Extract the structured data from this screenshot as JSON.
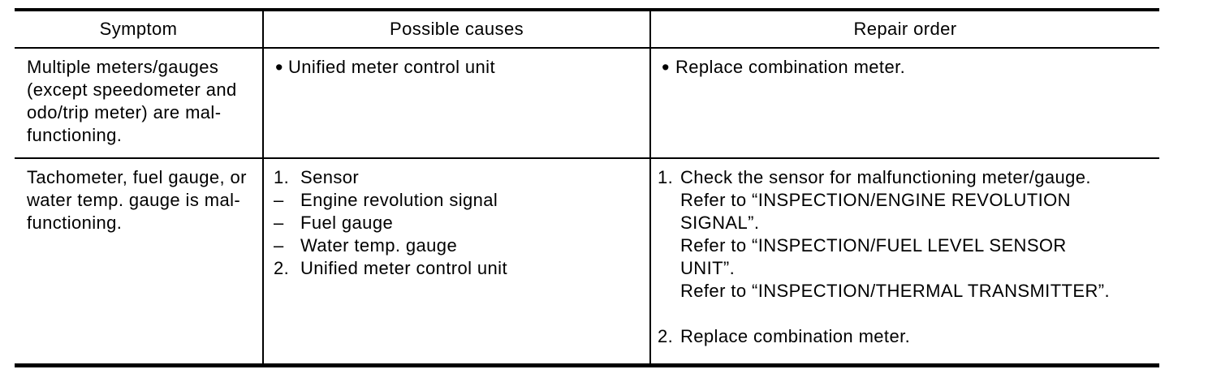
{
  "table": {
    "columns": [
      {
        "label": "Symptom"
      },
      {
        "label": "Possible causes"
      },
      {
        "label": "Repair order"
      }
    ],
    "rows": [
      {
        "symptom": "Multiple meters/gauges\n(except speedometer and\nodo/trip meter) are mal-\nfunctioning.",
        "causes": [
          {
            "marker": "•",
            "text": "Unified meter control unit"
          }
        ],
        "repair": [
          {
            "marker": "•",
            "text": "Replace combination meter."
          }
        ]
      },
      {
        "symptom": "Tachometer, fuel gauge, or\nwater temp. gauge is mal-\nfunctioning.",
        "causes": [
          {
            "marker": "1.",
            "text": "Sensor"
          },
          {
            "marker": "–",
            "text": "Engine revolution signal"
          },
          {
            "marker": "–",
            "text": "Fuel gauge"
          },
          {
            "marker": "–",
            "text": "Water temp. gauge"
          },
          {
            "marker": "2.",
            "text": "Unified meter control unit"
          }
        ],
        "repair": [
          {
            "marker": "1.",
            "text": "Check the sensor for malfunctioning meter/gauge.\nRefer to “INSPECTION/ENGINE REVOLUTION\nSIGNAL”.\nRefer to “INSPECTION/FUEL LEVEL SENSOR\nUNIT”.\nRefer to “INSPECTION/THERMAL TRANSMITTER”."
          },
          {
            "marker": "2.",
            "text": "Replace combination meter."
          }
        ]
      }
    ]
  },
  "colors": {
    "text": "#000000",
    "border": "#000000",
    "background": "#ffffff"
  }
}
